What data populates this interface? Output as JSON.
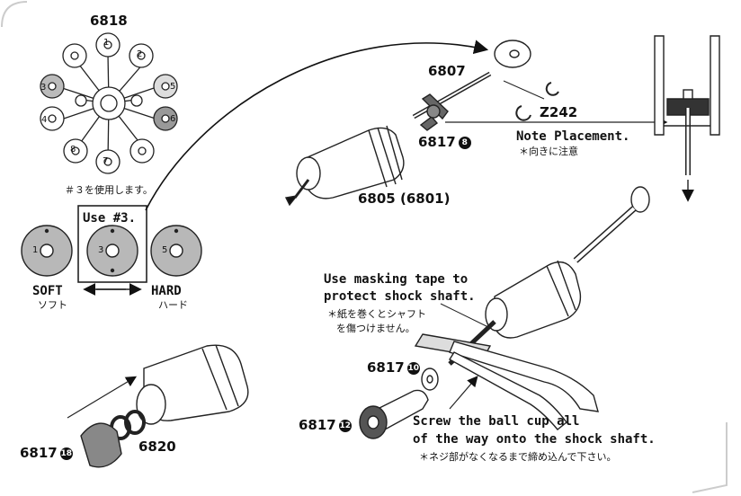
{
  "piston_plate_sheet": {
    "part_no": "6818",
    "hole_numbers": [
      "1",
      "2",
      "3",
      "4",
      "5",
      "6",
      "7",
      "8"
    ],
    "instruction_jp": "＃３を使用します。",
    "use_label": "Use #3.",
    "plates": [
      {
        "number": "1"
      },
      {
        "number": "3"
      },
      {
        "number": "5"
      }
    ],
    "soft_label": "SOFT",
    "soft_jp": "ソフト",
    "hard_label": "HARD",
    "hard_jp": "ハード"
  },
  "shaft_assembly": {
    "shaft_part": "6807",
    "clip_part": "Z242",
    "piston_part": "6817",
    "piston_badge": "8",
    "cylinder_part": "6805 (6801)",
    "note_label": "Note Placement.",
    "note_jp": "＊向きに注意"
  },
  "oring_step": {
    "cap_part": "6817",
    "cap_badge": "18",
    "oring_part": "6820"
  },
  "ball_cup_step": {
    "tape_note_line1": "Use masking tape to",
    "tape_note_line2": "protect shock shaft.",
    "tape_note_jp_line1": "＊紙を巻くとシャフト",
    "tape_note_jp_line2": "を傷つけません。",
    "spacer_part": "6817",
    "spacer_badge": "10",
    "ballcup_part": "6817",
    "ballcup_badge": "12",
    "screw_note_line1": "Screw the ball cup all",
    "screw_note_line2": "of the way onto the shock shaft.",
    "screw_note_jp": "＊ネジ部がなくなるまで締め込んで下さい。"
  }
}
